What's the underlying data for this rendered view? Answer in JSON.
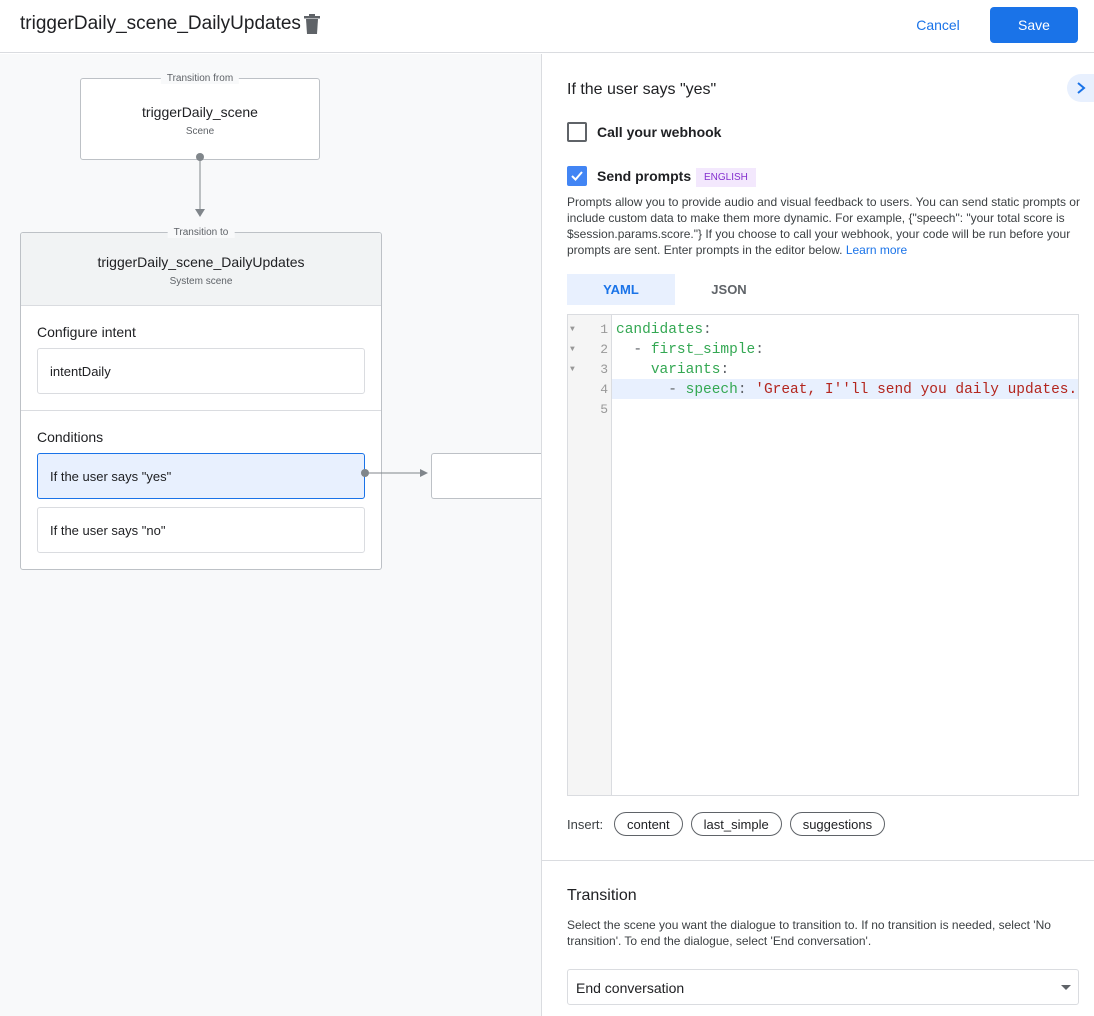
{
  "header": {
    "title": "triggerDaily_scene_DailyUpdates",
    "cancel_label": "Cancel",
    "save_label": "Save"
  },
  "canvas": {
    "from_node": {
      "label": "Transition from",
      "title": "triggerDaily_scene",
      "subtitle": "Scene"
    },
    "to_node": {
      "label": "Transition to",
      "title": "triggerDaily_scene_DailyUpdates",
      "subtitle": "System scene",
      "configure_intent_label": "Configure intent",
      "intent": "intentDaily",
      "conditions_label": "Conditions",
      "conditions": [
        "If the user says \"yes\"",
        "If the user says \"no\""
      ]
    }
  },
  "panel": {
    "heading": "If the user says \"yes\"",
    "webhook": {
      "label": "Call your webhook",
      "checked": false
    },
    "prompts": {
      "label": "Send prompts",
      "checked": true,
      "badge": "ENGLISH",
      "description": "Prompts allow you to provide audio and visual feedback to users. You can send static prompts or include custom data to make them more dynamic. For example, {\"speech\": \"your total score is $session.params.score.\"} If you choose to call your webhook, your code will be run before your prompts are sent. Enter prompts in the editor below. ",
      "learn_more": "Learn more"
    },
    "tabs": [
      {
        "label": "YAML",
        "active": true
      },
      {
        "label": "JSON",
        "active": false
      }
    ],
    "editor": {
      "line_numbers": [
        "1",
        "2",
        "3",
        "4",
        "5"
      ],
      "lines": [
        {
          "key": "candidates",
          "indent": "",
          "dash": ""
        },
        {
          "key": "first_simple",
          "indent": "  ",
          "dash": "- "
        },
        {
          "key": "variants",
          "indent": "    ",
          "dash": ""
        },
        {
          "key": "speech",
          "indent": "      ",
          "dash": "- ",
          "value": "'Great, I''ll send you daily updates."
        }
      ]
    },
    "insert": {
      "label": "Insert:",
      "chips": [
        "content",
        "last_simple",
        "suggestions"
      ]
    },
    "transition": {
      "heading": "Transition",
      "description": "Select the scene you want the dialogue to transition to. If no transition is needed, select 'No transition'. To end the dialogue, select 'End conversation'.",
      "selected": "End conversation"
    }
  },
  "colors": {
    "accent": "#1a73e8",
    "badge_bg": "#f3e8fd",
    "badge_text": "#8430ce",
    "selected_bg": "#e8f0fe"
  }
}
